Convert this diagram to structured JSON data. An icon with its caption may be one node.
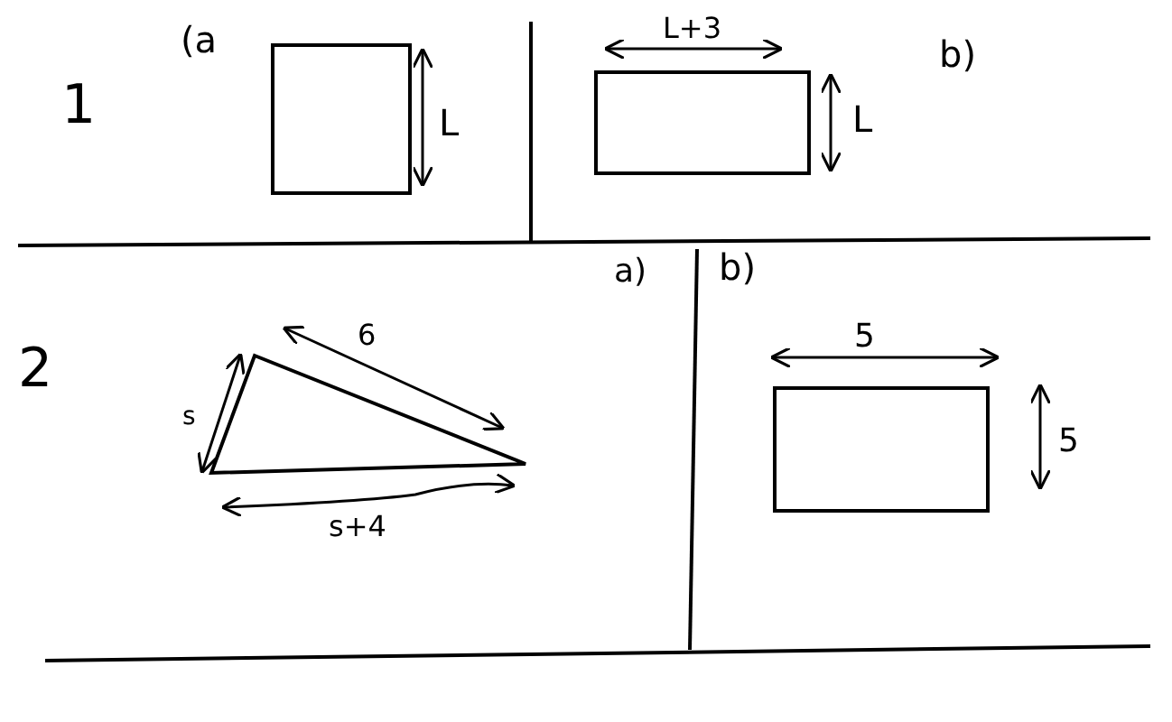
{
  "diagram": {
    "labels": [
      "(a",
      "b)",
      "L+3",
      "1",
      "L",
      "L",
      "a)",
      "b)",
      "2",
      "6",
      "5",
      "s",
      "5",
      "s+4"
    ]
  }
}
